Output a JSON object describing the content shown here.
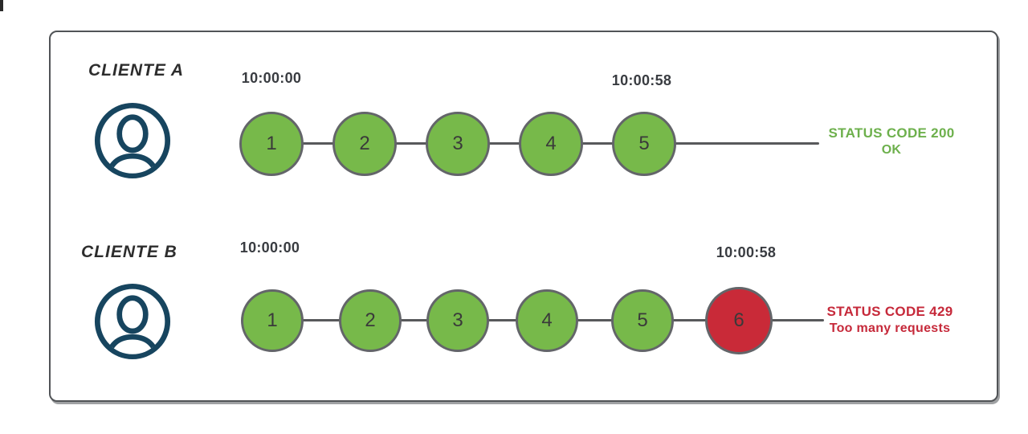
{
  "clients": [
    {
      "label": "CLIENTE A",
      "start_time": "10:00:00",
      "end_time": "10:00:58",
      "requests": [
        {
          "n": "1",
          "result": "success"
        },
        {
          "n": "2",
          "result": "success"
        },
        {
          "n": "3",
          "result": "success"
        },
        {
          "n": "4",
          "result": "success"
        },
        {
          "n": "5",
          "result": "success"
        }
      ],
      "status": {
        "line1": "STATUS CODE 200",
        "line2": "OK"
      }
    },
    {
      "label": "CLIENTE B",
      "start_time": "10:00:00",
      "end_time": "10:00:58",
      "requests": [
        {
          "n": "1",
          "result": "success"
        },
        {
          "n": "2",
          "result": "success"
        },
        {
          "n": "3",
          "result": "success"
        },
        {
          "n": "4",
          "result": "success"
        },
        {
          "n": "5",
          "result": "success"
        },
        {
          "n": "6",
          "result": "rate_limited"
        }
      ],
      "status": {
        "line1": "STATUS CODE 429",
        "line2": "Too many requests"
      }
    }
  ],
  "icons": {
    "avatar": "user-icon"
  },
  "colors": {
    "success_fill": "#77b94a",
    "rate_limited_fill": "#c92a38",
    "node_border": "#636569",
    "timeline_line": "#58595b",
    "frame_border": "#515457",
    "avatar_stroke": "#17455f",
    "timestamp_text": "#393c41",
    "status_ok_text": "#6db04c",
    "status_error_text": "#c6293a"
  }
}
